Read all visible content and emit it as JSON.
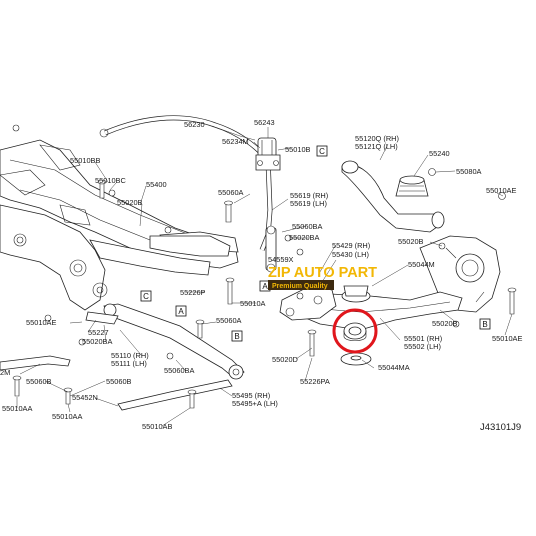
{
  "diagram_code": "J43101J9",
  "watermark": {
    "brand": "ZIP AUTO PART",
    "tagline": "Premium Quality",
    "color": "#f2b705",
    "tag_bg": "#3d2a0f"
  },
  "highlight_color": "#e0161c",
  "section_markers": [
    "A",
    "B",
    "C",
    "A",
    "B",
    "C"
  ],
  "part_labels": [
    "56230",
    "56243",
    "56234M",
    "55010B",
    "55120Q (RH)",
    "55121Q (LH)",
    "55240",
    "55080A",
    "55010BB",
    "55010BC",
    "55400",
    "55060A",
    "55619 (RH)",
    "55619 (LH)",
    "55010AE",
    "55020B",
    "55060BA",
    "55020BA",
    "55020B",
    "55429 (RH)",
    "55430 (LH)",
    "54559X",
    "55044M",
    "55226P",
    "55010A",
    "55010AE",
    "55227",
    "55020BA",
    "55060A",
    "55020B",
    "55110 (RH)",
    "55111 (LH)",
    "55060BA",
    "55020D",
    "55501 (RH)",
    "55502 (LH)",
    "55010AE",
    "2M",
    "55060B",
    "55060B",
    "55226PA",
    "55044MA",
    "55452N",
    "55010AA",
    "55010AA",
    "55495 (RH)",
    "55495+A (LH)",
    "55010AB"
  ]
}
